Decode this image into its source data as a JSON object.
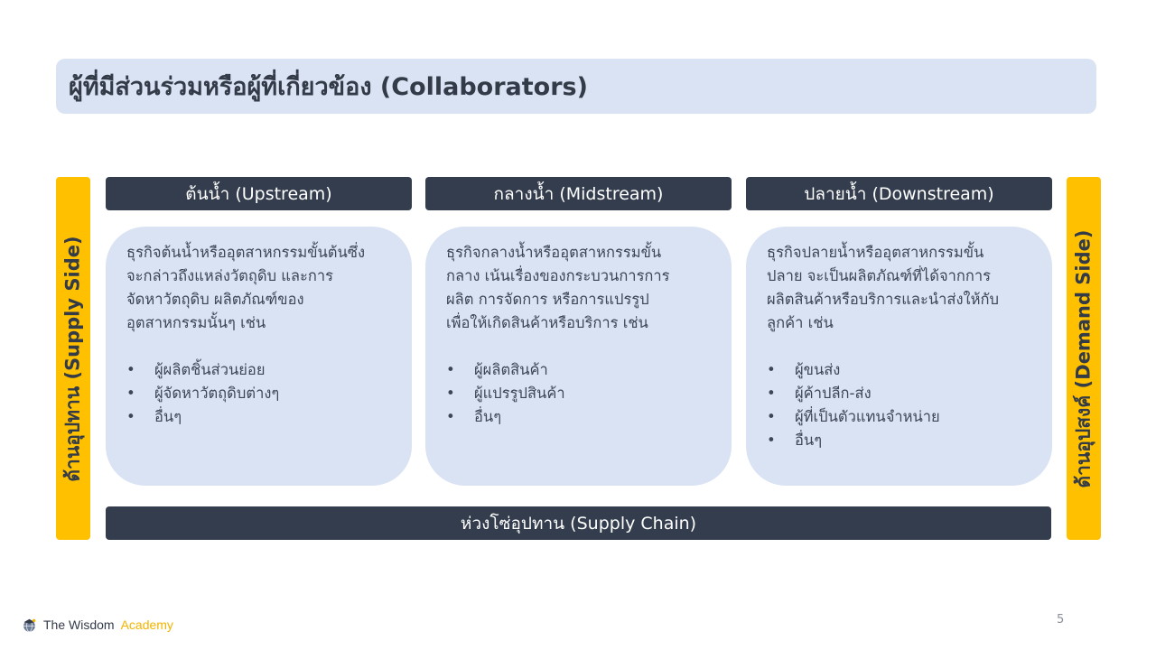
{
  "title": "ผู้ที่มีส่วนร่วมหรือผู้ที่เกี่ยวข้อง (Collaborators)",
  "left_side": "ด้านอุปทาน (Supply Side)",
  "right_side": "ด้านอุปสงค์ (Demand Side)",
  "columns": [
    {
      "header": "ต้นน้ำ (Upstream)",
      "desc": [
        "ธุรกิจต้นน้ำหรืออุตสาหกรรมขั้นต้นซึ่ง",
        "จะกล่าวถึงแหล่งวัตถุดิบ และการ",
        "จัดหาวัตถุดิบ ผลิตภัณฑ์ของ",
        "อุตสาหกรรมนั้นๆ เช่น"
      ],
      "items": [
        "ผู้ผลิตชิ้นส่วนย่อย",
        "ผู้จัดหาวัตถุดิบต่างๆ",
        "อื่นๆ"
      ]
    },
    {
      "header": "กลางน้ำ (Midstream)",
      "desc": [
        "ธุรกิจกลางน้ำหรืออุตสาหกรรมขั้น",
        "กลาง เน้นเรื่องของกระบวนการการ",
        "ผลิต การจัดการ หรือการแปรรูป",
        "เพื่อให้เกิดสินค้าหรือบริการ เช่น"
      ],
      "items": [
        "ผู้ผลิตสินค้า",
        "ผู้แปรรูปสินค้า",
        "อื่นๆ"
      ]
    },
    {
      "header": "ปลายน้ำ (Downstream)",
      "desc": [
        "ธุรกิจปลายน้ำหรืออุตสาหกรรมขั้น",
        "ปลาย จะเป็นผลิตภัณฑ์ที่ได้จากการ",
        "ผลิตสินค้าหรือบริการและนำส่งให้กับ",
        "ลูกค้า เช่น"
      ],
      "items": [
        "ผู้ขนส่ง",
        "ผู้ค้าปลีก-ส่ง",
        "ผู้ที่เป็นตัวแทนจำหน่าย",
        "อื่นๆ"
      ]
    }
  ],
  "bullet": "•",
  "chain": "ห่วงโซ่อุปทาน (Supply Chain)",
  "footer": {
    "name": "The Wisdom",
    "accent": "Academy",
    "logo_icon": "globe-logo-icon"
  },
  "page_number": "5",
  "colors": {
    "title_bg": "#dae3f3",
    "header_bg": "#333d4d",
    "side_bar": "#ffc000",
    "card_bg": "#dae3f3",
    "accent": "#f2b400"
  }
}
